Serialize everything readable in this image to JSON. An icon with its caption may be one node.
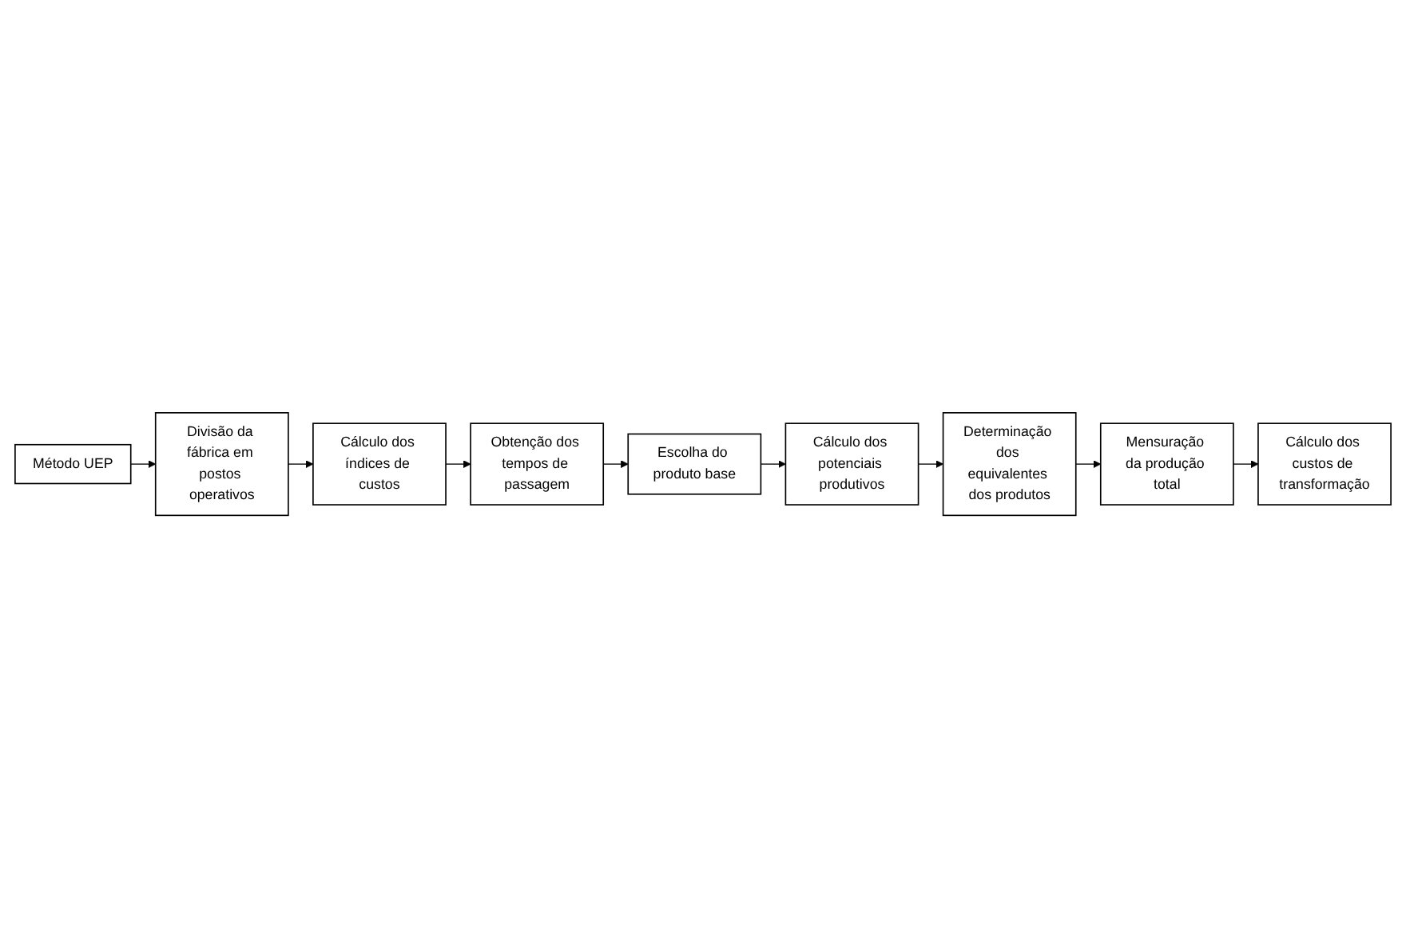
{
  "diagram": {
    "nodes": [
      {
        "text": [
          "Método UEP"
        ]
      },
      {
        "text": [
          "Divisão da fábrica em postos operativos"
        ]
      },
      {
        "text": [
          "Cálculo dos índices de custos"
        ]
      },
      {
        "text": [
          "Obtenção dos tempos de passagem"
        ]
      },
      {
        "text": [
          "Escolha do produto base"
        ]
      },
      {
        "text": [
          "Cálculo dos potenciais produtivos"
        ]
      },
      {
        "text": [
          "Determinação dos equivalentes dos produtos"
        ]
      },
      {
        "text": [
          "Mensuração da produção total"
        ]
      },
      {
        "text": [
          "Cálculo dos custos de transformação"
        ]
      }
    ],
    "edges": [
      {
        "from": 0,
        "to": 1,
        "arrow": "to"
      },
      {
        "from": 1,
        "to": 2,
        "arrow": "to"
      },
      {
        "from": 2,
        "to": 3,
        "arrow": "to"
      },
      {
        "from": 3,
        "to": 4,
        "arrow": "to"
      },
      {
        "from": 4,
        "to": 5,
        "arrow": "to"
      },
      {
        "from": 5,
        "to": 6,
        "arrow": "to"
      },
      {
        "from": 6,
        "to": 7,
        "arrow": "to"
      },
      {
        "from": 7,
        "to": 8,
        "arrow": "to"
      }
    ]
  }
}
